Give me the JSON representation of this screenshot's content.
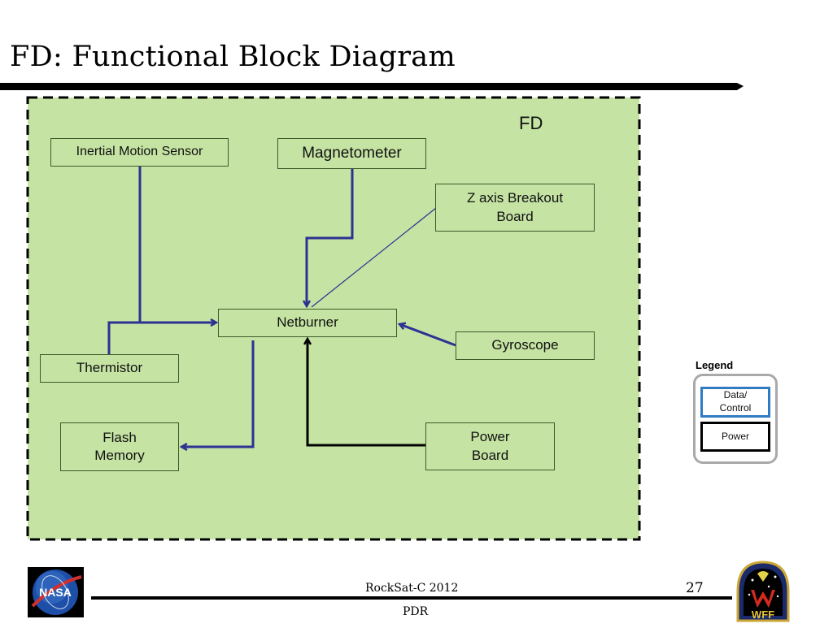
{
  "slide": {
    "title": "FD: Functional Block Diagram",
    "footer": {
      "center_top": "RockSat-C 2012",
      "center_bottom": "PDR",
      "page_number": "27",
      "left_logo": "nasa-logo",
      "right_logo": "wff-logo",
      "right_logo_text": "WFF",
      "left_logo_text": "NASA"
    }
  },
  "diagram": {
    "container_label": "FD",
    "colors": {
      "container_fill": "#c5e3a3",
      "data_line": "#2e3192",
      "power_line": "#000000",
      "legend_data_border": "#2f7bc4"
    },
    "nodes": {
      "ims": "Inertial Motion Sensor",
      "magnetometer": "Magnetometer",
      "zaxis": "Z axis Breakout Board",
      "netburner": "Netburner",
      "gyroscope": "Gyroscope",
      "thermistor": "Thermistor",
      "flash": "Flash Memory",
      "power": "Power Board"
    },
    "connections": [
      {
        "from": "Inertial Motion Sensor",
        "to": "Netburner",
        "type": "Data/Control"
      },
      {
        "from": "Thermistor",
        "to": "Netburner",
        "type": "Data/Control"
      },
      {
        "from": "Magnetometer",
        "to": "Netburner",
        "type": "Data/Control"
      },
      {
        "from": "Z axis Breakout Board",
        "to": "Netburner",
        "type": "Data/Control"
      },
      {
        "from": "Gyroscope",
        "to": "Netburner",
        "type": "Data/Control"
      },
      {
        "from": "Netburner",
        "to": "Flash Memory",
        "type": "Data/Control"
      },
      {
        "from": "Power Board",
        "to": "Netburner",
        "type": "Power"
      }
    ],
    "legend": {
      "title": "Legend",
      "items": [
        {
          "label": "Data/ Control"
        },
        {
          "label": "Power"
        }
      ]
    }
  }
}
